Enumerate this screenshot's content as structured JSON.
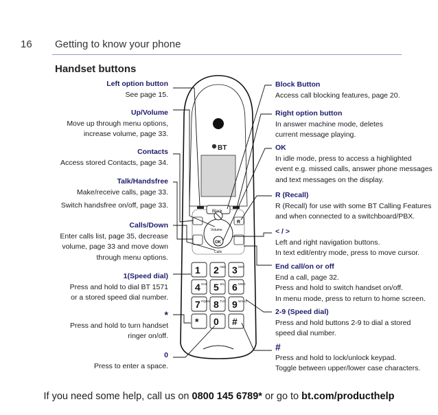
{
  "page": {
    "number": "16",
    "title": "Getting to know your phone"
  },
  "section_title": "Handset buttons",
  "left_labels": [
    {
      "title": "Left option button",
      "lines": [
        "See page 15."
      ]
    },
    {
      "title": "Up/Volume",
      "lines": [
        "Move up through menu options,",
        "increase volume, page 33."
      ]
    },
    {
      "title": "Contacts",
      "lines": [
        "Access stored Contacts, page 34."
      ]
    },
    {
      "title": "Talk/Handsfree",
      "lines": [
        "Make/receive calls, page 33.",
        "Switch handsfree on/off, page 33."
      ]
    },
    {
      "title": "Calls/Down",
      "lines": [
        "Enter calls list, page 35, decrease",
        "volume, page 33 and move down",
        "through menu options."
      ]
    },
    {
      "title": "1(Speed dial)",
      "lines": [
        "Press and hold to dial BT 1571",
        "or a stored speed dial number."
      ]
    },
    {
      "title": "*",
      "lines": [
        "Press and hold to turn handset",
        "ringer on/off."
      ]
    },
    {
      "title": "0",
      "lines": [
        "Press to enter a space."
      ]
    }
  ],
  "right_labels": [
    {
      "title": "Block Button",
      "lines": [
        "Access call blocking features, page 20."
      ]
    },
    {
      "title": "Right option button",
      "lines": [
        "In answer machine mode, deletes",
        "current message playing."
      ]
    },
    {
      "title": "OK",
      "lines": [
        "In idle mode, press to access a highlighted",
        "event e.g. missed calls, answer phone messages",
        "and text messages on the display."
      ]
    },
    {
      "title": "R (Recall)",
      "lines": [
        "R (Recall) for use with some BT Calling Features",
        "and when connected to a switchboard/PBX."
      ]
    },
    {
      "title": "< / >",
      "lines": [
        "Left and right navigation buttons.",
        "In text edit/entry mode, press to move cursor."
      ]
    },
    {
      "title": "End call/on or off",
      "lines": [
        "End a call, page 32.",
        "Press and hold to switch handset on/off.",
        "In menu mode, press to return to home screen."
      ]
    },
    {
      "title": "2-9 (Speed dial)",
      "lines": [
        "Press and hold buttons 2-9 to dial a stored",
        "speed dial number."
      ]
    },
    {
      "title": "#",
      "lines": [
        "Press and hold to lock/unlock keypad.",
        "Toggle between upper/lower case characters."
      ]
    }
  ],
  "phone": {
    "brand": "BT",
    "block_label": "Block",
    "volume_label": "Volume",
    "ok_label": "OK",
    "calls_label": "Calls",
    "r_label": "R",
    "keys": [
      {
        "main": "1",
        "sub": ""
      },
      {
        "main": "2",
        "sub": "ABC"
      },
      {
        "main": "3",
        "sub": "DEF"
      },
      {
        "main": "4",
        "sub": "GHI"
      },
      {
        "main": "5",
        "sub": "JKL"
      },
      {
        "main": "6",
        "sub": "MNO"
      },
      {
        "main": "7",
        "sub": "PQRS"
      },
      {
        "main": "8",
        "sub": "TUV"
      },
      {
        "main": "9",
        "sub": "WXYZ"
      },
      {
        "main": "*",
        "sub": ""
      },
      {
        "main": "0",
        "sub": ""
      },
      {
        "main": "#",
        "sub": ""
      }
    ]
  },
  "footer": {
    "prefix": "If you need some help, call us on",
    "phone": "0800 145 6789*",
    "middle": "or go to",
    "url": "bt.com/producthelp"
  }
}
